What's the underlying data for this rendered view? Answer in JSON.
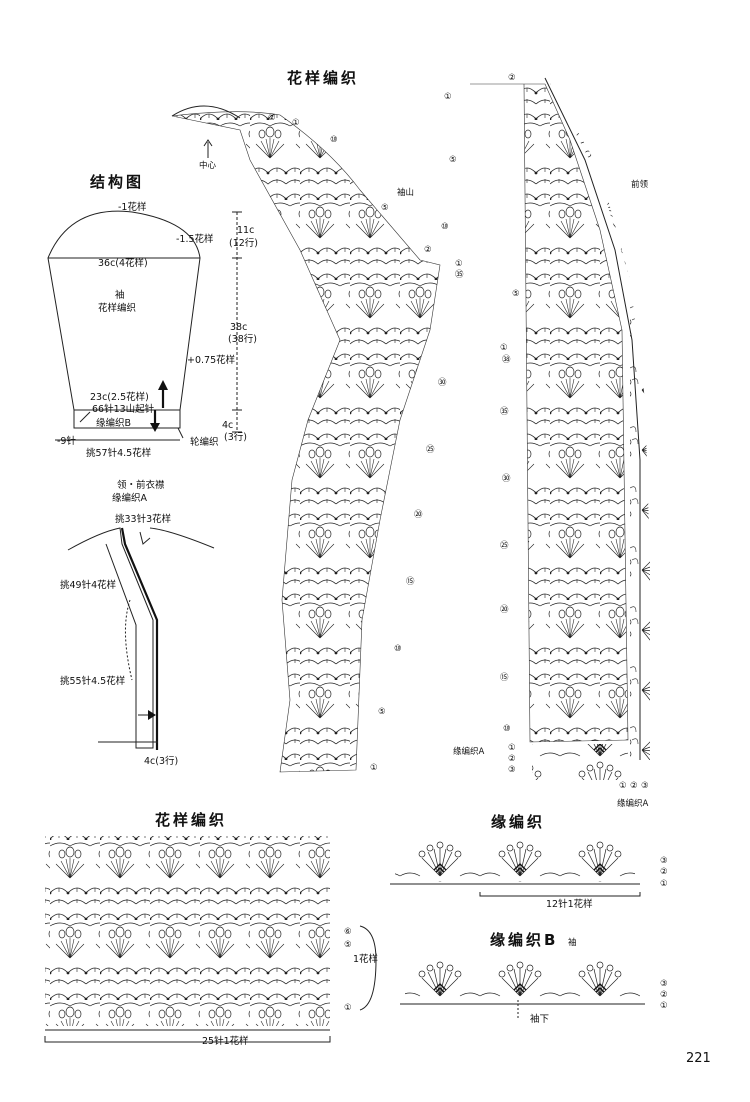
{
  "titles": {
    "main": "花样编织",
    "structure": "结构图",
    "bottom_pattern": "花样编织",
    "edge": "缘编织",
    "edge_b": "缘编织B",
    "edge_b_note": "袖"
  },
  "structure": {
    "top_dec": "-1花样",
    "side_dec": "-1.5花样",
    "width": "36c(4花样)",
    "body_name": "袖",
    "body_sub": "花样编织",
    "height_top": "11c",
    "rows_top": "(12行)",
    "height_mid": "38c",
    "rows_mid": "(38行)",
    "inc": "+0.75花样",
    "width_bottom": "23c(2.5花样)",
    "cast_on": "66针13山起针",
    "edge_b": "缘编织B",
    "height_bottom": "4c",
    "rows_bottom": "(3行)",
    "round": "轮编织",
    "dec_sts": "-9针",
    "pick_up": "挑57针4.5花样"
  },
  "collar": {
    "title1": "领・前衣襟",
    "title2": "缘编织A",
    "pick_top": "挑33针3花样",
    "pick_mid": "挑49针4花样",
    "pick_low": "挑55针4.5花样",
    "height": "4c(3行)"
  },
  "main_chart": {
    "sleeve_cap": "袖山",
    "center": "中心",
    "front_collar": "前领",
    "edge_a": "缘编织A",
    "edge_a2": "缘编织A",
    "markers_left": [
      "②",
      "①",
      "⑩",
      "⑤",
      "②",
      "①",
      "㉟",
      "㉚",
      "㉕",
      "⑳",
      "⑮",
      "⑩",
      "⑤",
      "①"
    ],
    "markers_right": [
      "②",
      "①",
      "⑤",
      "⑩",
      "⑤",
      "①",
      "㊳",
      "㉟",
      "㉚",
      "㉕",
      "⑳",
      "⑮",
      "⑩",
      "⑤",
      "①"
    ],
    "edge_rows": [
      "②",
      "①",
      "①",
      "②",
      "③"
    ]
  },
  "bottom_chart": {
    "repeat": "1花样",
    "stitches": "25针1花样",
    "rows": [
      "⑥",
      "⑤",
      "①"
    ]
  },
  "edge_chart": {
    "stitches": "12针1花样",
    "rows": [
      "③",
      "②",
      "①"
    ]
  },
  "edge_b_chart": {
    "underarm": "袖下",
    "rows": [
      "③",
      "②",
      "①"
    ]
  },
  "page_number": "221"
}
